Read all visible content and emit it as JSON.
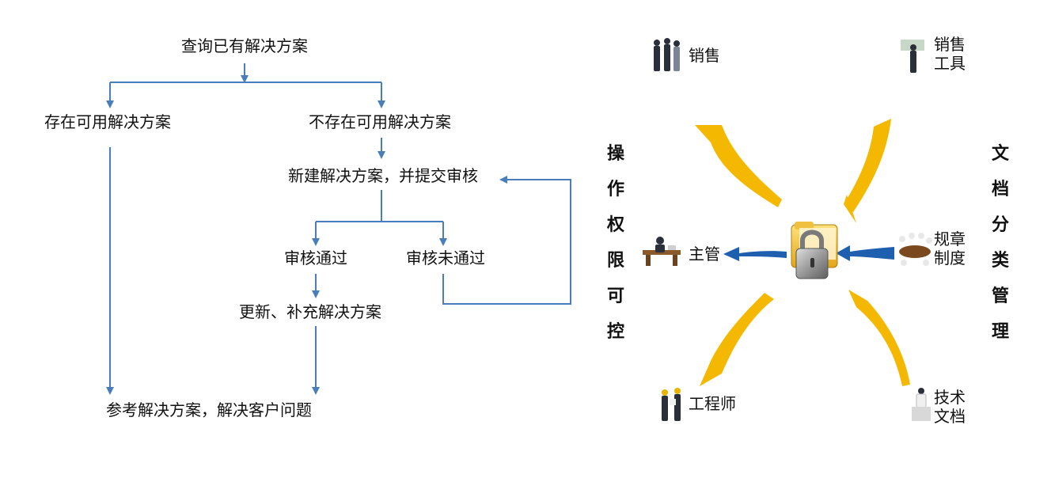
{
  "flowchart": {
    "query": "查询已有解决方案",
    "exists": "存在可用解决方案",
    "not_exists": "不存在可用解决方案",
    "create_submit": "新建解决方案，并提交审核",
    "approved": "审核通过",
    "rejected": "审核未通过",
    "update": "更新、补充解决方案",
    "reference": "参考解决方案，解决客户问题"
  },
  "diagram": {
    "left_vertical": [
      "操",
      "作",
      "权",
      "限",
      "可",
      "控"
    ],
    "right_vertical": [
      "文",
      "档",
      "分",
      "类",
      "管",
      "理"
    ],
    "roles": {
      "sales": "销售",
      "sales_tools": [
        "销售",
        "工具"
      ],
      "supervisor": "主管",
      "rules": [
        "规章",
        "制度"
      ],
      "engineer": "工程师",
      "tech_docs": [
        "技术",
        "文档"
      ]
    },
    "colors": {
      "flow_line": "#4a7ebb",
      "yellow_arrow": "#f5b800",
      "blue_arrow": "#1f5fb0"
    }
  }
}
